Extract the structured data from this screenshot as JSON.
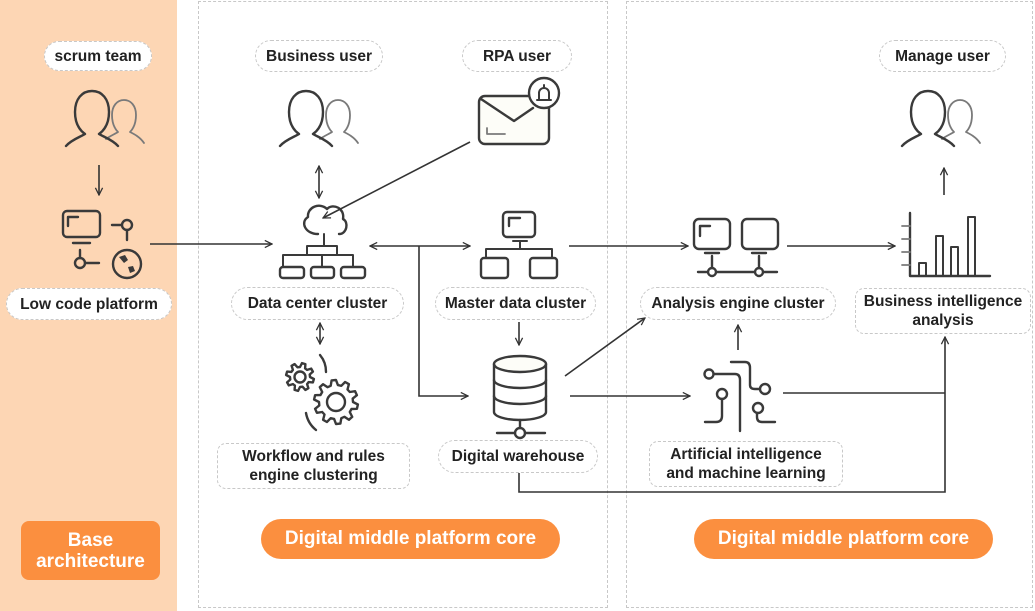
{
  "colors": {
    "accent": "#fb8f3f",
    "sidebar_bg": "#fdd6b4",
    "line": "#333333",
    "label_text": "#222222",
    "panel_border": "#c8c8c8"
  },
  "base_architecture": {
    "badge": "Base architecture",
    "scrum_team": {
      "label": "scrum team",
      "icon": "users-icon"
    },
    "low_code_platform": {
      "label": "Low code platform",
      "icon": "low-code-icon"
    }
  },
  "middle_platform": {
    "badge": "Digital middle platform core",
    "business_user": {
      "label": "Business user",
      "icon": "users-icon"
    },
    "rpa_user": {
      "label": "RPA user",
      "icon": "mail-bell-icon"
    },
    "data_center_cluster": {
      "label": "Data center cluster",
      "icon": "cloud-network-icon"
    },
    "master_data_cluster": {
      "label": "Master data cluster",
      "icon": "monitor-network-icon"
    },
    "workflow_engine": {
      "label": "Workflow and rules engine clustering",
      "icon": "gears-icon"
    },
    "digital_warehouse": {
      "label": "Digital warehouse",
      "icon": "database-icon"
    }
  },
  "analytics_platform": {
    "badge": "Digital middle platform core",
    "manage_user": {
      "label": "Manage user",
      "icon": "users-icon"
    },
    "analysis_engine_cluster": {
      "label": "Analysis engine cluster",
      "icon": "dual-monitor-icon"
    },
    "business_intelligence": {
      "label": "Business intelligence analysis",
      "icon": "bar-chart-icon"
    },
    "ai_ml": {
      "label": "Artificial intelligence and machine learning",
      "icon": "circuit-icon"
    }
  },
  "connections": [
    {
      "from": "scrum team",
      "to": "Low code platform",
      "direction": "one-way"
    },
    {
      "from": "Low code platform",
      "to": "Data center cluster",
      "direction": "one-way"
    },
    {
      "from": "Business user",
      "to": "Data center cluster",
      "direction": "two-way"
    },
    {
      "from": "RPA user",
      "to": "Data center cluster",
      "direction": "one-way"
    },
    {
      "from": "Data center cluster",
      "to": "Master data cluster",
      "direction": "two-way"
    },
    {
      "from": "Data center cluster",
      "to": "Digital warehouse",
      "direction": "one-way"
    },
    {
      "from": "Data center cluster",
      "to": "Workflow and rules engine clustering",
      "direction": "two-way"
    },
    {
      "from": "Master data cluster",
      "to": "Digital warehouse",
      "direction": "one-way"
    },
    {
      "from": "Master data cluster",
      "to": "Analysis engine cluster",
      "direction": "one-way"
    },
    {
      "from": "Analysis engine cluster",
      "to": "Business intelligence analysis",
      "direction": "one-way"
    },
    {
      "from": "Business intelligence analysis",
      "to": "Manage user",
      "direction": "one-way"
    },
    {
      "from": "Digital warehouse",
      "to": "Analysis engine cluster",
      "direction": "one-way"
    },
    {
      "from": "Digital warehouse",
      "to": "Artificial intelligence and machine learning",
      "direction": "one-way"
    },
    {
      "from": "Artificial intelligence and machine learning",
      "to": "Analysis engine cluster",
      "direction": "one-way"
    },
    {
      "from": "Artificial intelligence and machine learning",
      "to": "Business intelligence analysis",
      "direction": "one-way"
    },
    {
      "from": "Digital warehouse",
      "to": "Business intelligence analysis",
      "direction": "one-way"
    }
  ]
}
